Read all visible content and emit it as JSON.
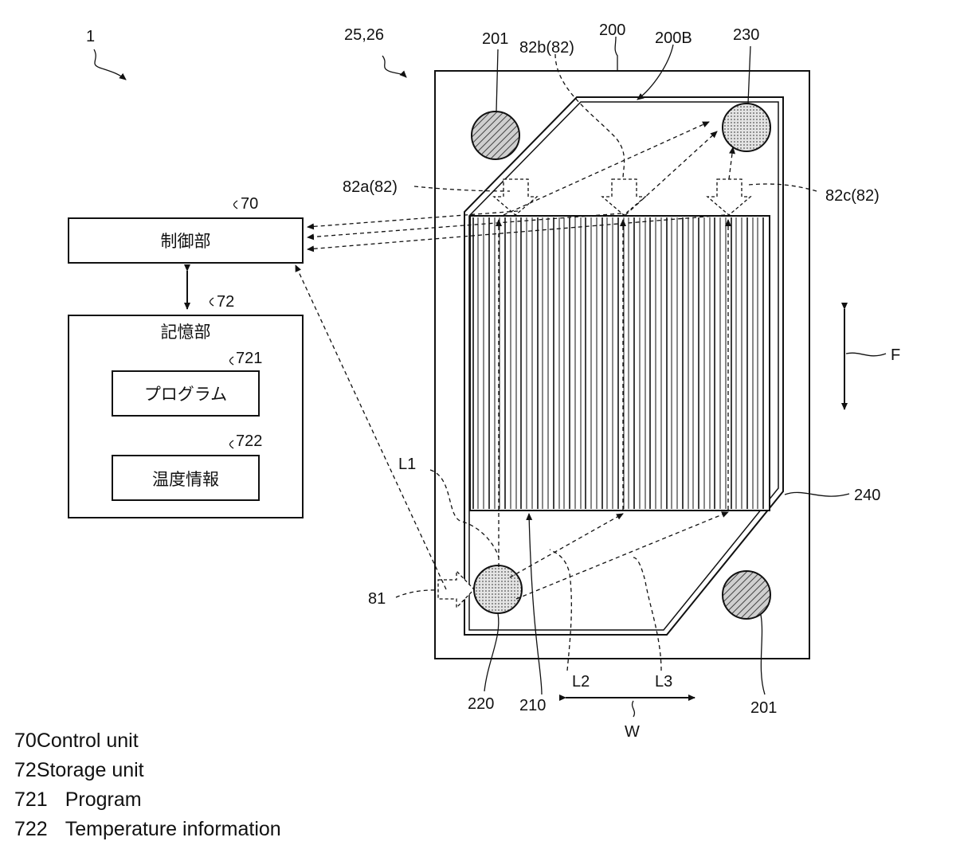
{
  "figure": {
    "ref_1": "1",
    "ref_25_26": "25,26",
    "ref_200": "200",
    "ref_200B": "200B",
    "ref_201_top": "201",
    "ref_201_bottom": "201",
    "ref_230": "230",
    "ref_82a": "82a(82)",
    "ref_82b": "82b(82)",
    "ref_82c": "82c(82)",
    "ref_70": "70",
    "ref_72": "72",
    "ref_721": "721",
    "ref_722": "722",
    "ref_F": "F",
    "ref_240": "240",
    "ref_L1": "L1",
    "ref_L2": "L2",
    "ref_L3": "L3",
    "ref_81": "81",
    "ref_220": "220",
    "ref_210": "210",
    "ref_W": "W"
  },
  "boxes": {
    "control_unit": "制御部",
    "storage_unit": "記憶部",
    "program": "プログラム",
    "temperature_info": "温度情報"
  },
  "legend": [
    {
      "num": "70",
      "text": "Control unit"
    },
    {
      "num": "72",
      "text": "Storage unit"
    },
    {
      "num": "721",
      "text": "Program"
    },
    {
      "num": "722",
      "text": "Temperature information"
    }
  ]
}
